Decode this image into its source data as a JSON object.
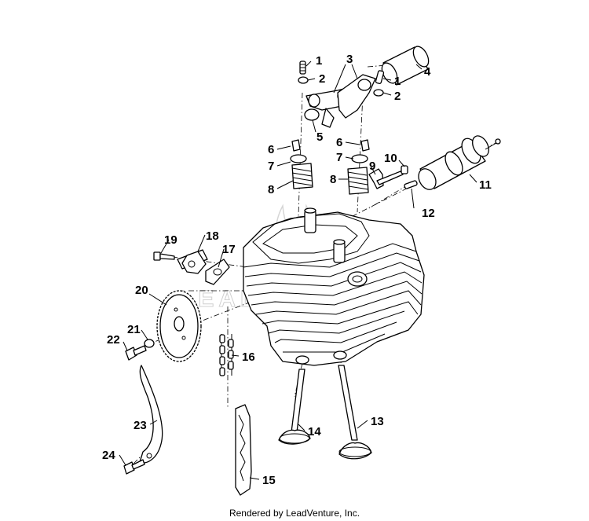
{
  "diagram": {
    "callouts": [
      {
        "id": "1a",
        "label": "1"
      },
      {
        "id": "1b",
        "label": "1"
      },
      {
        "id": "2a",
        "label": "2"
      },
      {
        "id": "2b",
        "label": "2"
      },
      {
        "id": "3",
        "label": "3"
      },
      {
        "id": "4",
        "label": "4"
      },
      {
        "id": "5",
        "label": "5"
      },
      {
        "id": "6a",
        "label": "6"
      },
      {
        "id": "6b",
        "label": "6"
      },
      {
        "id": "7a",
        "label": "7"
      },
      {
        "id": "7b",
        "label": "7"
      },
      {
        "id": "8a",
        "label": "8"
      },
      {
        "id": "8b",
        "label": "8"
      },
      {
        "id": "9",
        "label": "9"
      },
      {
        "id": "10",
        "label": "10"
      },
      {
        "id": "11",
        "label": "11"
      },
      {
        "id": "12",
        "label": "12"
      },
      {
        "id": "13",
        "label": "13"
      },
      {
        "id": "14",
        "label": "14"
      },
      {
        "id": "15",
        "label": "15"
      },
      {
        "id": "16",
        "label": "16"
      },
      {
        "id": "17",
        "label": "17"
      },
      {
        "id": "18",
        "label": "18"
      },
      {
        "id": "19",
        "label": "19"
      },
      {
        "id": "20",
        "label": "20"
      },
      {
        "id": "21",
        "label": "21"
      },
      {
        "id": "22",
        "label": "22"
      },
      {
        "id": "23",
        "label": "23"
      },
      {
        "id": "24",
        "label": "24"
      }
    ],
    "watermark": "LEADVENTURE"
  },
  "footer": {
    "text": "Rendered by LeadVenture, Inc."
  }
}
